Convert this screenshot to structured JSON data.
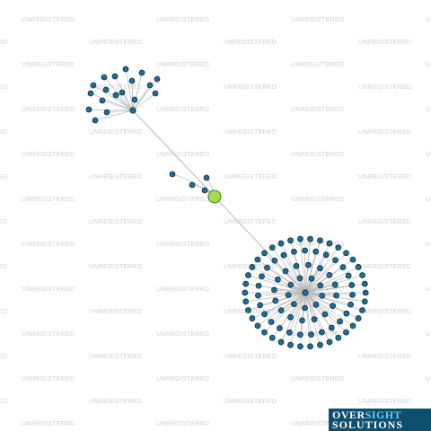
{
  "watermark_text": "UNREGISTERED",
  "logo": {
    "word1": "OVER",
    "word2": "SIGHT",
    "word3": "SOLUTIONS"
  },
  "colors": {
    "background": "#ffffff",
    "watermark": "#cfcfcf",
    "edge": "#b8b8b8",
    "node_fill": "#1f6e96",
    "node_stroke": "#0b2f44",
    "focus_node_fill": "#a3dc4c",
    "focus_node_stroke": "#4d7a1e",
    "logo_bg": "#0e4f6e",
    "logo_accent": "#6fc7ef"
  },
  "graph": {
    "focus_node": "center",
    "clusters": [
      {
        "id": "hub-top-left",
        "leaf_count": 18
      },
      {
        "id": "hub-bottom-right",
        "leaf_count": 90
      },
      {
        "id": "center",
        "leaf_count": 4
      }
    ]
  }
}
